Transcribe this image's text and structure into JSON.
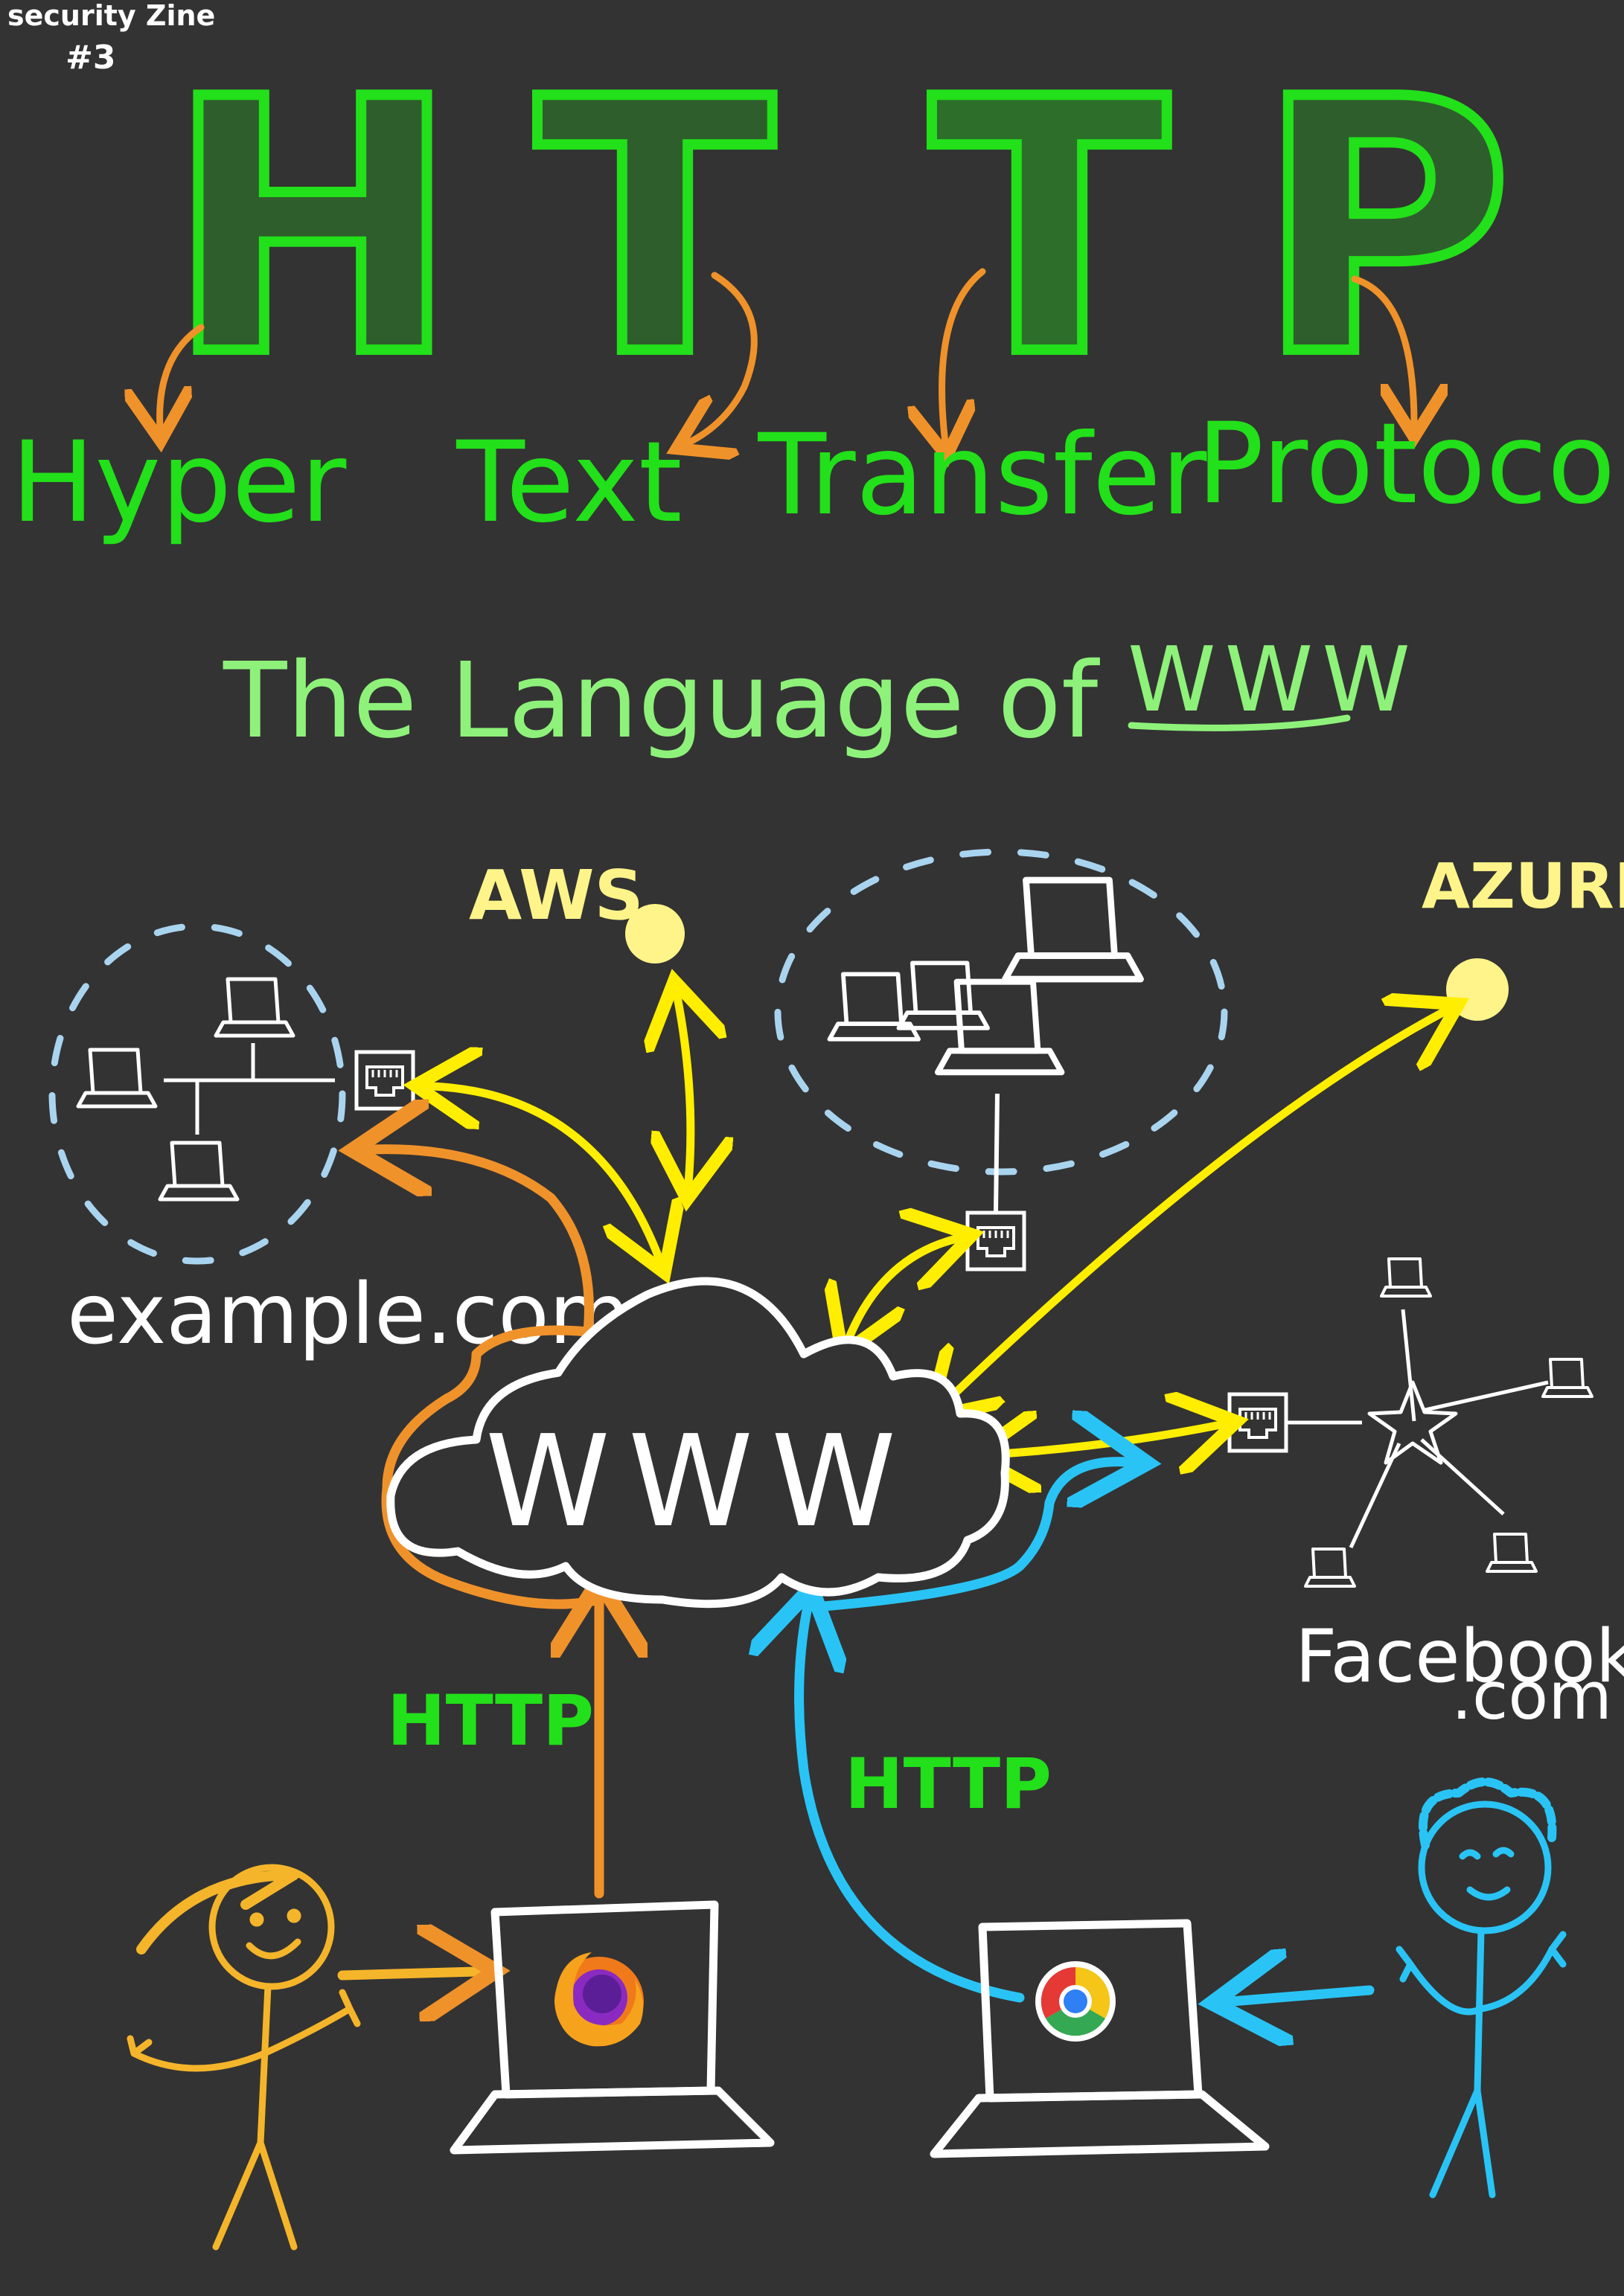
{
  "zine": {
    "line1": "security Zine",
    "line2": "#3"
  },
  "title": {
    "acronym_letters": [
      "H",
      "T",
      "T",
      "P"
    ],
    "words": [
      "Hyper",
      "Text",
      "Transfer",
      "Protocol"
    ],
    "subtitle_prefix": "The Language of",
    "subtitle_emphasis": "WWW"
  },
  "diagram": {
    "cloud_label": "WWW",
    "nodes": {
      "aws": "AWS",
      "azure": "AZURE",
      "example": "example.com",
      "facebook_line1": "Facebook",
      "facebook_line2": ".com"
    },
    "protocol_labels": [
      "HTTP",
      "HTTP"
    ],
    "browsers": [
      "firefox",
      "chrome"
    ]
  },
  "colors": {
    "background": "#333333",
    "title_green": "#22e01a",
    "subtitle_green": "#8ef27a",
    "arrow_orange": "#f0922a",
    "arrow_yellow": "#ffee00",
    "cloud_yellow": "#fff48a",
    "user_orange": "#f5b52a",
    "user_blue": "#29c4f5",
    "network_ring": "#a9d4f0",
    "ink_white": "#ffffff"
  }
}
